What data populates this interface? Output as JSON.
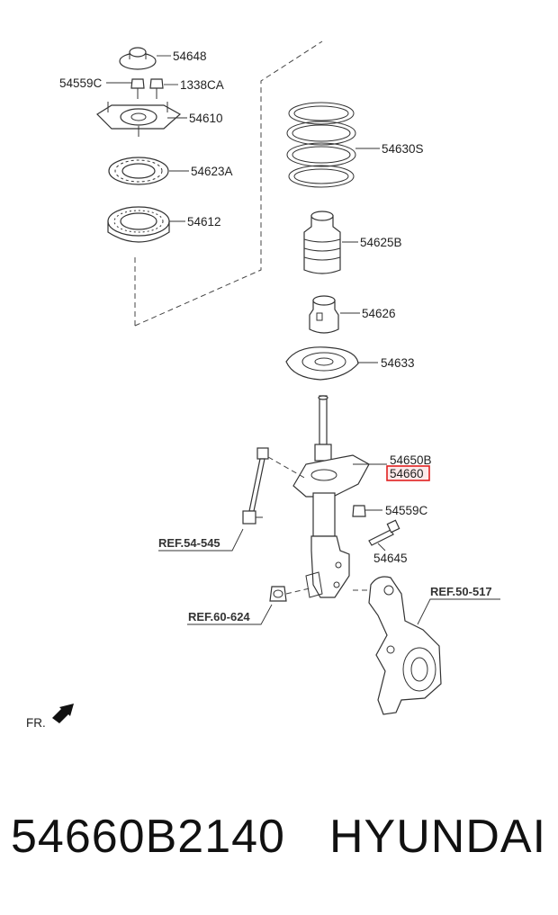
{
  "diagram": {
    "labels": {
      "l54648": "54648",
      "l54559c_top": "54559C",
      "l1338ca": "1338CA",
      "l54610": "54610",
      "l54623a": "54623A",
      "l54612": "54612",
      "l54630s": "54630S",
      "l54625b": "54625B",
      "l54626": "54626",
      "l54633": "54633",
      "l54650b": "54650B",
      "l54660": "54660",
      "l54559c_low": "54559C",
      "l54645": "54645",
      "ref54545": "REF.54-545",
      "ref50517": "REF.50-517",
      "ref60624": "REF.60-624",
      "fr": "FR."
    },
    "highlight_color": "#e02020"
  },
  "footer": {
    "part_number": "54660B2140",
    "brand": "HYUNDAI"
  }
}
